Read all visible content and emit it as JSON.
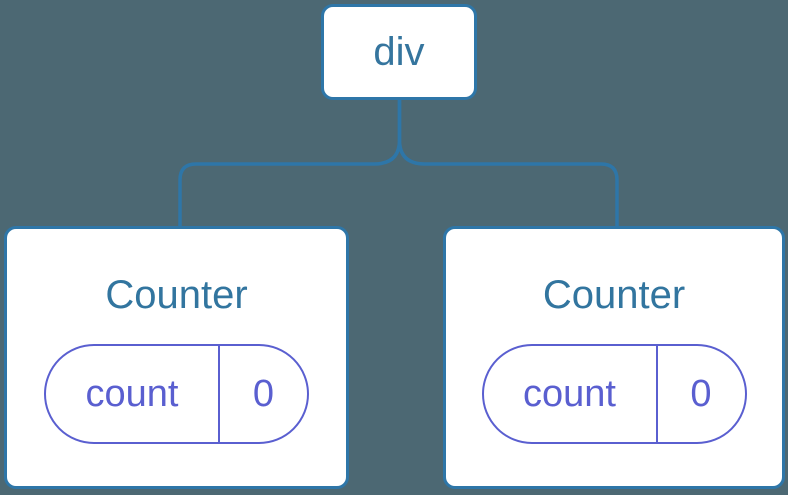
{
  "tree": {
    "root": {
      "label": "div"
    },
    "children": [
      {
        "title": "Counter",
        "state": {
          "key": "count",
          "value": "0"
        }
      },
      {
        "title": "Counter",
        "state": {
          "key": "count",
          "value": "0"
        }
      }
    ]
  },
  "colors": {
    "background": "#4C6873",
    "node_border_blue": "#2E76A8",
    "node_text_blue": "#32759F",
    "state_purple": "#5A5FD0",
    "card_background": "#FFFFFF"
  }
}
